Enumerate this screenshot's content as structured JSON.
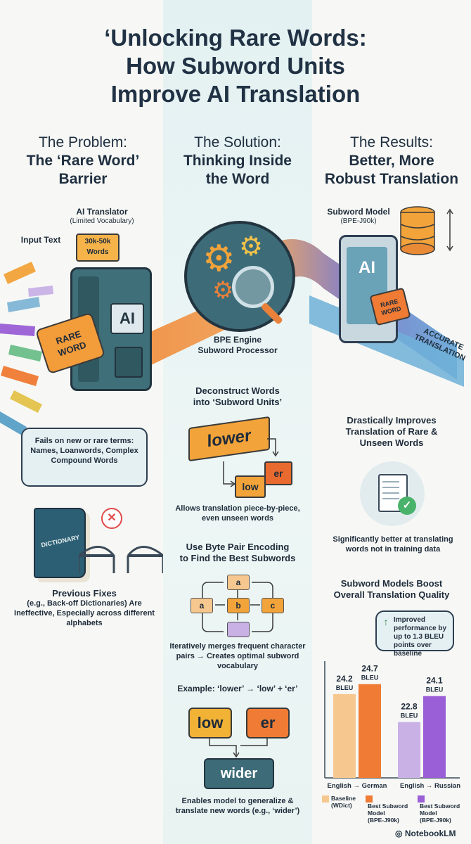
{
  "title": {
    "line1": "‘Unlocking Rare Words:",
    "line2": "How Subword Units",
    "line3": "Improve AI Translation"
  },
  "problem": {
    "heading_light": "The Problem:",
    "heading_bold1": "The ‘Rare Word’",
    "heading_bold2": "Barrier",
    "translator_label": "AI Translator",
    "translator_sub": "(Limited Vocabulary)",
    "input_text": "Input Text",
    "vocab_line1": "30k-50k",
    "vocab_line2": "Words",
    "ai_label": "AI",
    "rare_line1": "RARE",
    "rare_line2": "WORD",
    "fails_text": "Fails on new or rare terms: Names, Loanwords, Complex Compound Words",
    "dictionary_label": "DICTIONARY",
    "fixes_title": "Previous Fixes",
    "fixes_text": "(e.g., Back-off Dictionaries) Are Ineffective, Especially across different alphabets"
  },
  "solution": {
    "heading_light": "The Solution:",
    "heading_bold1": "Thinking Inside",
    "heading_bold2": "the Word",
    "engine_line1": "BPE Engine",
    "engine_line2": "Subword Processor",
    "deconstruct_line1": "Deconstruct Words",
    "deconstruct_line2": "into ‘Subword Units’",
    "lower_word": "lower",
    "low_piece": "low",
    "er_piece": "er",
    "piece_text": "Allows translation piece-by-piece, even unseen words",
    "bpe_line1": "Use Byte Pair Encoding",
    "bpe_line2": "to Find the Best Subwords",
    "tile_a": "a",
    "tile_b": "b",
    "tile_c": "c",
    "merge_text": "Iteratively merges frequent character pairs → Creates optimal subword vocabulary",
    "example_text": "Example: ‘lower’ → ‘low’ + ‘er’",
    "ex_low": "low",
    "ex_er": "er",
    "ex_wider": "wider",
    "generalize_text": "Enables model to generalize & translate new words (e.g., ‘wider’)"
  },
  "results": {
    "heading_light": "The Results:",
    "heading_bold1": "Better, More",
    "heading_bold2": "Robust Translation",
    "model_label": "Subword Model",
    "model_sub": "(BPE-J90k)",
    "ai_label": "AI",
    "rare_line1": "RARE",
    "rare_line2": "WORD",
    "accurate_line1": "ACCURATE",
    "accurate_line2": "TRANSLATION",
    "improves_line1": "Drastically Improves",
    "improves_line2": "Translation of Rare &",
    "improves_line3": "Unseen Words",
    "better_text": "Significantly better at translating words not in training data",
    "boost_line1": "Subword Models Boost",
    "boost_line2": "Overall Translation Quality",
    "improved_callout": "Improved performance by up to 1.3 BLEU points over baseline"
  },
  "chart_data": {
    "type": "bar",
    "categories": [
      "English → German",
      "English → Russian"
    ],
    "unit": "BLEU",
    "values": [
      {
        "category": "English → German",
        "label": "24.2",
        "value": 24.2,
        "color": "#f6c88f",
        "legend": "Baseline (WDict)"
      },
      {
        "category": "English → German",
        "label": "24.7",
        "value": 24.7,
        "color": "#ef7b34",
        "legend": "Best Subword Model (BPE-J90k)"
      },
      {
        "category": "English → Russian",
        "label": "22.8",
        "value": 22.8,
        "color": "#c9b1e6",
        "legend": "Best Subword Model (BPE-J90k)"
      },
      {
        "category": "English → Russian",
        "label": "24.1",
        "value": 24.1,
        "color": "#9a5fd6",
        "legend": "Best Subword Model (BPE-J90k)"
      }
    ],
    "legend": [
      {
        "line1": "Baseline",
        "line2": "(WDict)",
        "color": "#f6c88f"
      },
      {
        "line1": "Best Subword",
        "line2": "Model",
        "line3": "(BPE-J90k)",
        "color": "#ef7b34"
      },
      {
        "line1": "Best Subword",
        "line2": "Model",
        "line3": "(BPE-J90k)",
        "color": "#9a5fd6"
      }
    ],
    "ylim": [
      20,
      25.5
    ]
  },
  "footer": {
    "brand": "NotebookLM"
  }
}
